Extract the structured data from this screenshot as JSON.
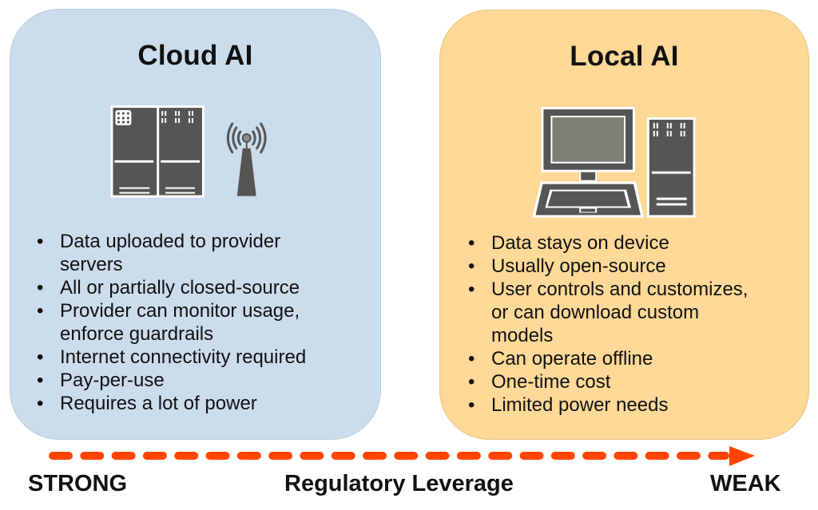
{
  "panels": {
    "cloud": {
      "title": "Cloud AI",
      "icons": [
        "server-rack-icon",
        "antenna-tower-icon"
      ],
      "bullets": [
        "Data uploaded to provider servers",
        "All or partially closed-source",
        "Provider can monitor usage, enforce guardrails",
        "Internet connectivity required",
        "Pay-per-use",
        "Requires a lot of power"
      ],
      "bullet_lines": [
        [
          "Data uploaded to provider",
          "servers"
        ],
        [
          "All or partially closed-source"
        ],
        [
          "Provider can monitor usage,",
          "enforce guardrails"
        ],
        [
          "Internet connectivity required"
        ],
        [
          "Pay-per-use"
        ],
        [
          "Requires a lot of power"
        ]
      ],
      "color": "#cbdcec"
    },
    "local": {
      "title": "Local AI",
      "icons": [
        "desktop-computer-icon",
        "tower-pc-icon"
      ],
      "bullets": [
        "Data stays on device",
        "Usually open-source",
        "User controls and customizes, or can download custom models",
        "Can operate offline",
        "One-time cost",
        "Limited power needs"
      ],
      "bullet_lines": [
        [
          "Data stays on device"
        ],
        [
          "Usually open-source"
        ],
        [
          "User controls and customizes,",
          "or can download custom",
          "models"
        ],
        [
          "Can operate offline"
        ],
        [
          "One-time cost"
        ],
        [
          "Limited power needs"
        ]
      ],
      "color": "#fdd897"
    }
  },
  "axis": {
    "left_label": "STRONG",
    "center_label": "Regulatory Leverage",
    "right_label": "WEAK",
    "arrow_color": "#ff4500",
    "direction": "left-to-right"
  },
  "bullet_char": "•"
}
